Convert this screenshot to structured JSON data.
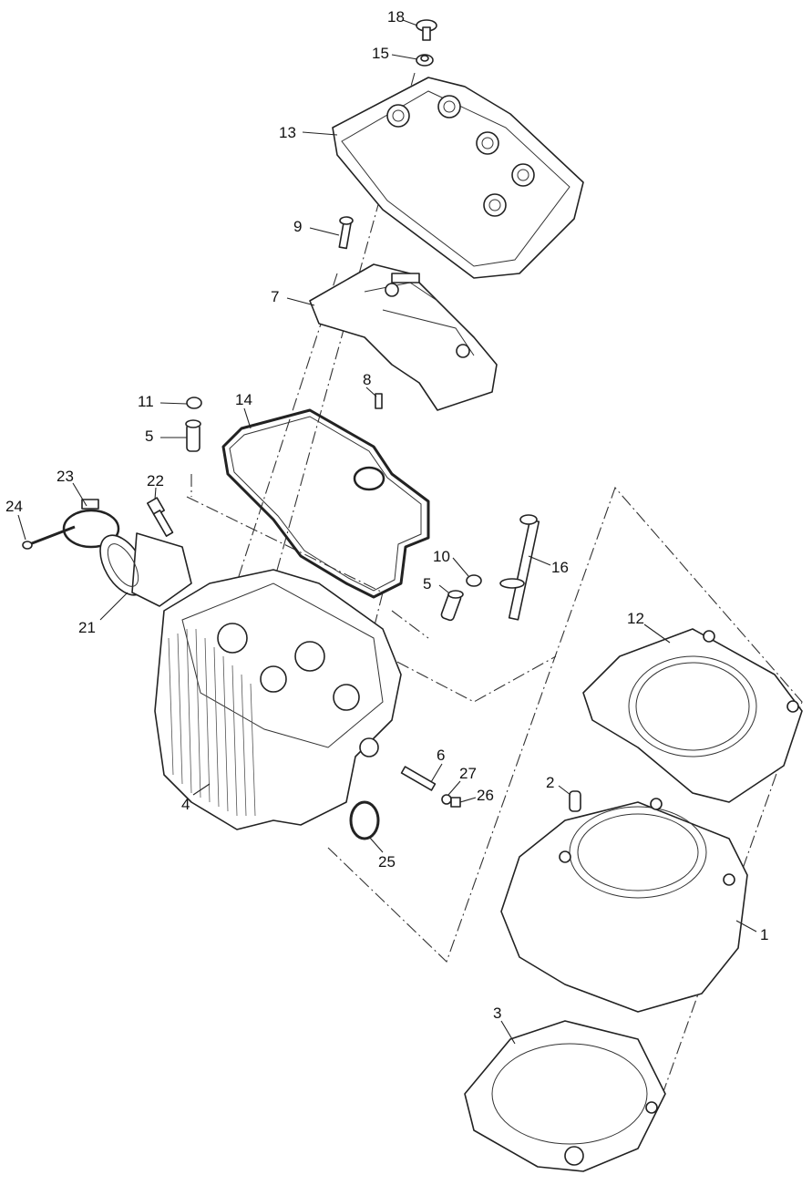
{
  "title": "Cylinder head / cylinder exploded parts diagram",
  "callouts": [
    "18",
    "15",
    "13",
    "9",
    "7",
    "8",
    "14",
    "11",
    "5",
    "23",
    "22",
    "24",
    "21",
    "10",
    "5",
    "16",
    "12",
    "4",
    "6",
    "27",
    "26",
    "2",
    "25",
    "1",
    "3"
  ]
}
